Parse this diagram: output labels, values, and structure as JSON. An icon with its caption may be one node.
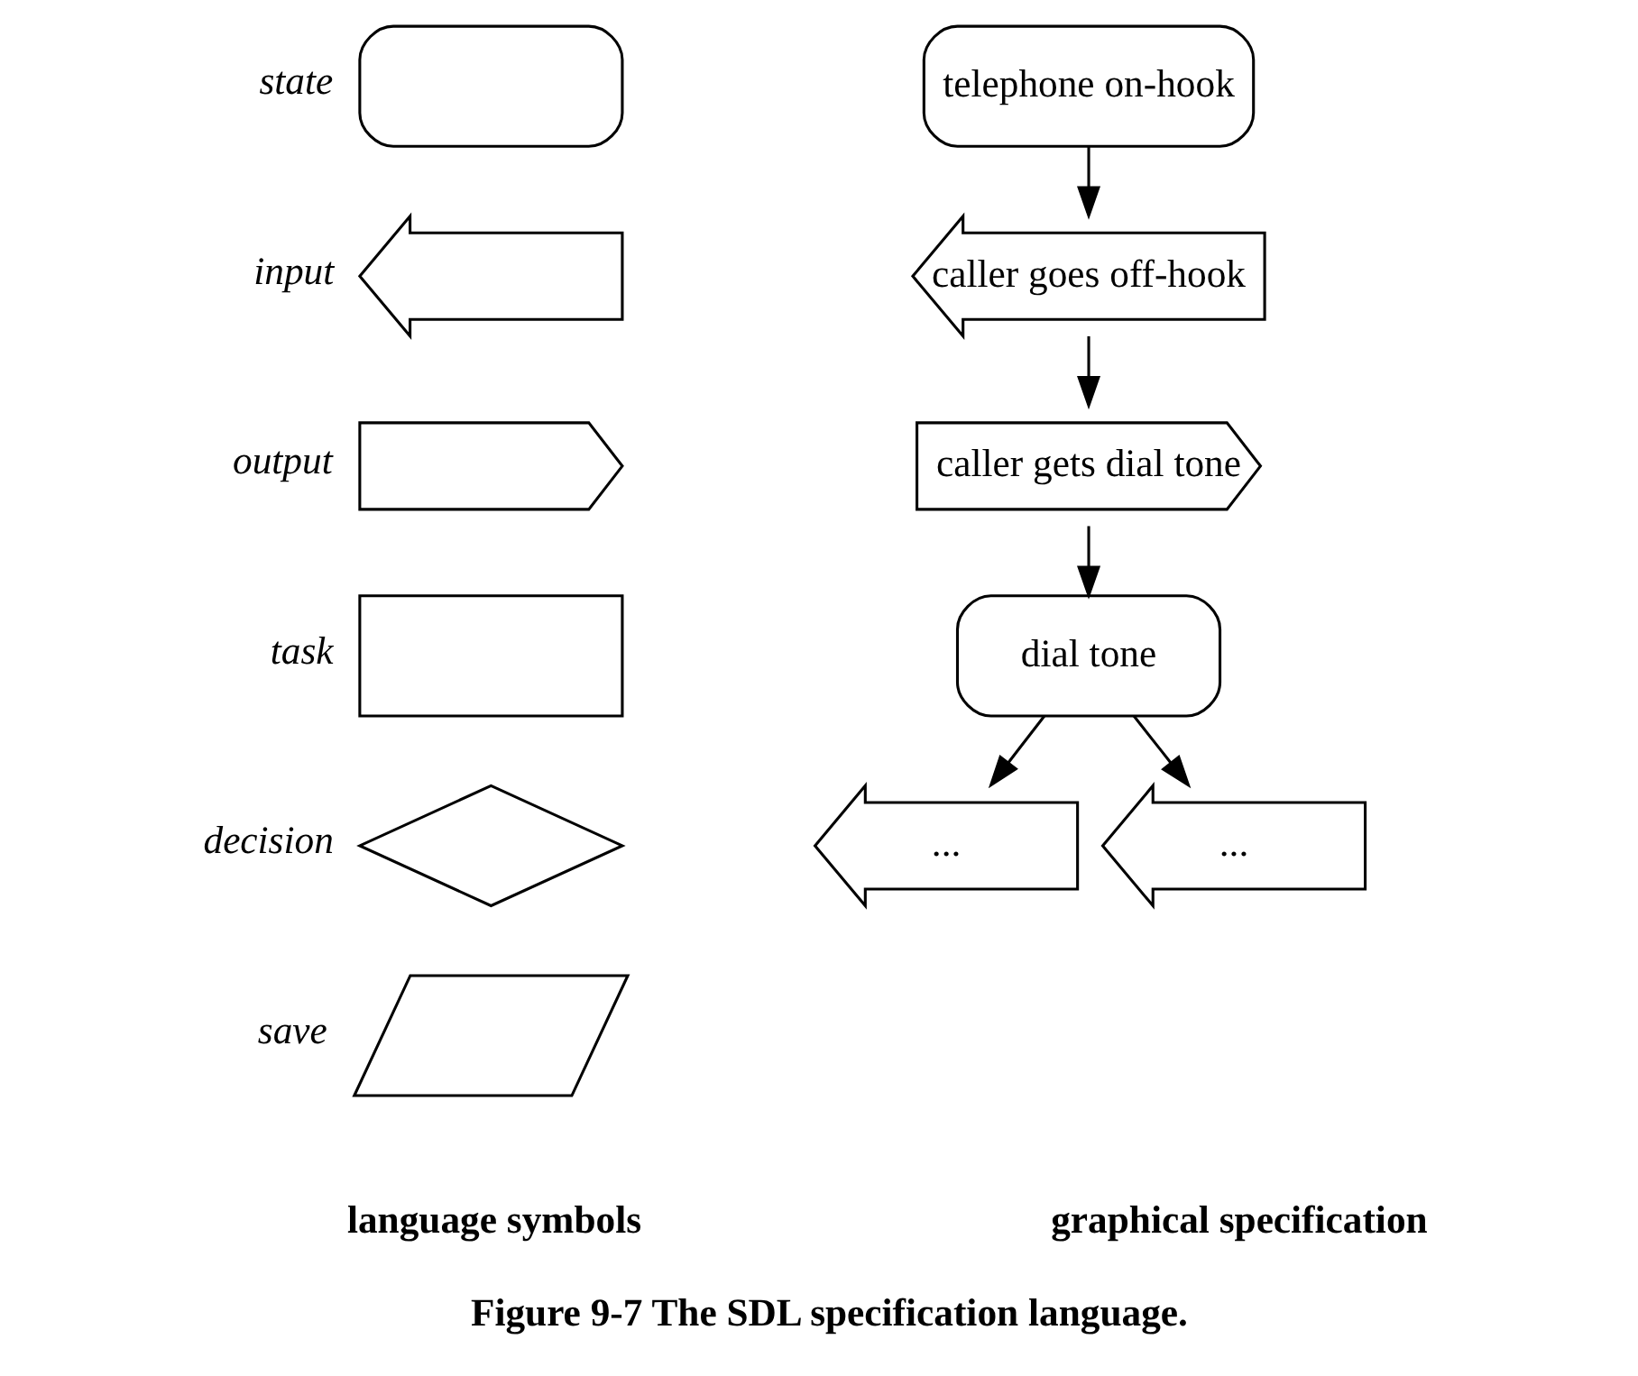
{
  "diagram": {
    "caption": "Figure 9-7 The SDL specification language.",
    "nodes": [
      {
        "text": [],
        "shape": "stadium",
        "beside": [
          "state"
        ]
      },
      {
        "text": [],
        "shape": "notch",
        "beside": [
          "input"
        ]
      },
      {
        "text": [],
        "shape": "pentagon",
        "beside": [
          "output"
        ]
      },
      {
        "text": [],
        "shape": "box",
        "beside": [
          "task"
        ]
      },
      {
        "text": [],
        "shape": "diamond",
        "beside": [
          "decision"
        ]
      },
      {
        "text": [],
        "shape": "parallelogram",
        "beside": [
          "save"
        ]
      },
      {
        "text": [
          "telephone on-hook"
        ]
      },
      {
        "text": [
          "caller goes off-hook"
        ]
      },
      {
        "text": [
          "caller gets dial tone"
        ]
      },
      {
        "text": [
          "dial tone"
        ]
      },
      {
        "text": [
          "..."
        ]
      },
      {
        "text": [
          "..."
        ]
      }
    ],
    "edges": [
      {
        "from": 6,
        "to": 7,
        "arrow": "to"
      },
      {
        "from": 7,
        "to": 8,
        "arrow": "to"
      },
      {
        "from": 8,
        "to": 9,
        "arrow": "to"
      },
      {
        "from": 9,
        "to": 10,
        "arrow": "to"
      },
      {
        "from": 9,
        "to": 11,
        "arrow": "to"
      }
    ],
    "labels": [
      "language symbols",
      "graphical specification"
    ]
  }
}
